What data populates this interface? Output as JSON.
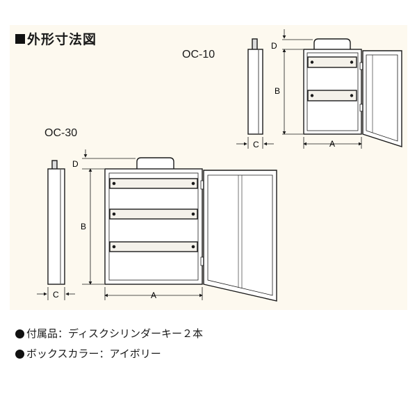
{
  "title": "外形寸法図",
  "models": {
    "small": "OC-10",
    "large": "OC-30"
  },
  "dimensions": {
    "a": "A",
    "b": "B",
    "c": "C",
    "d": "D"
  },
  "notes": [
    {
      "text": "付属品：ディスクシリンダーキー２本"
    },
    {
      "text": "ボックスカラー：アイボリー"
    }
  ],
  "colors": {
    "background_panel": "#fdf9ef",
    "line": "#1a1a1a",
    "plate": "#f4f1ea"
  }
}
